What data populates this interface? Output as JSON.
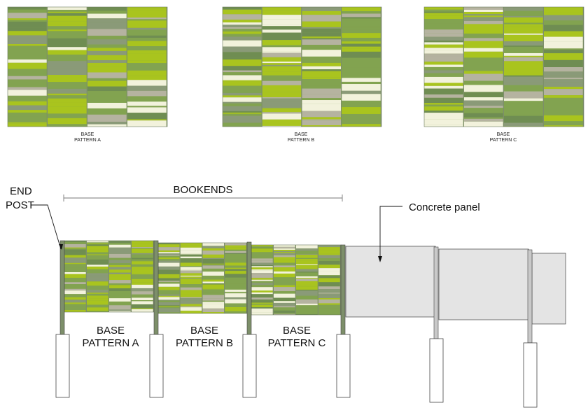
{
  "colors": {
    "green": "#82a350",
    "dark_green": "#6f8d52",
    "grey_green": "#8a9a78",
    "lime": "#a9c41e",
    "beige": "#b5b3a0",
    "cream": "#f2f2dc",
    "post": "#7d8f6a",
    "concrete": "#e4e4e4",
    "footing": "#ffffff"
  },
  "swatches": [
    {
      "id": "A",
      "caption": [
        "BASE",
        "PATTERN A"
      ]
    },
    {
      "id": "B",
      "caption": [
        "BASE",
        "PATTERN B"
      ]
    },
    {
      "id": "C",
      "caption": [
        "BASE",
        "PATTERN C"
      ]
    }
  ],
  "elevation": {
    "end_post_label": [
      "END",
      "POST"
    ],
    "bookends_label": "BOOKENDS",
    "concrete_label": "Concrete panel",
    "panel_captions": [
      [
        "BASE",
        "PATTERN A"
      ],
      [
        "BASE",
        "PATTERN B"
      ],
      [
        "BASE",
        "PATTERN C"
      ]
    ]
  }
}
